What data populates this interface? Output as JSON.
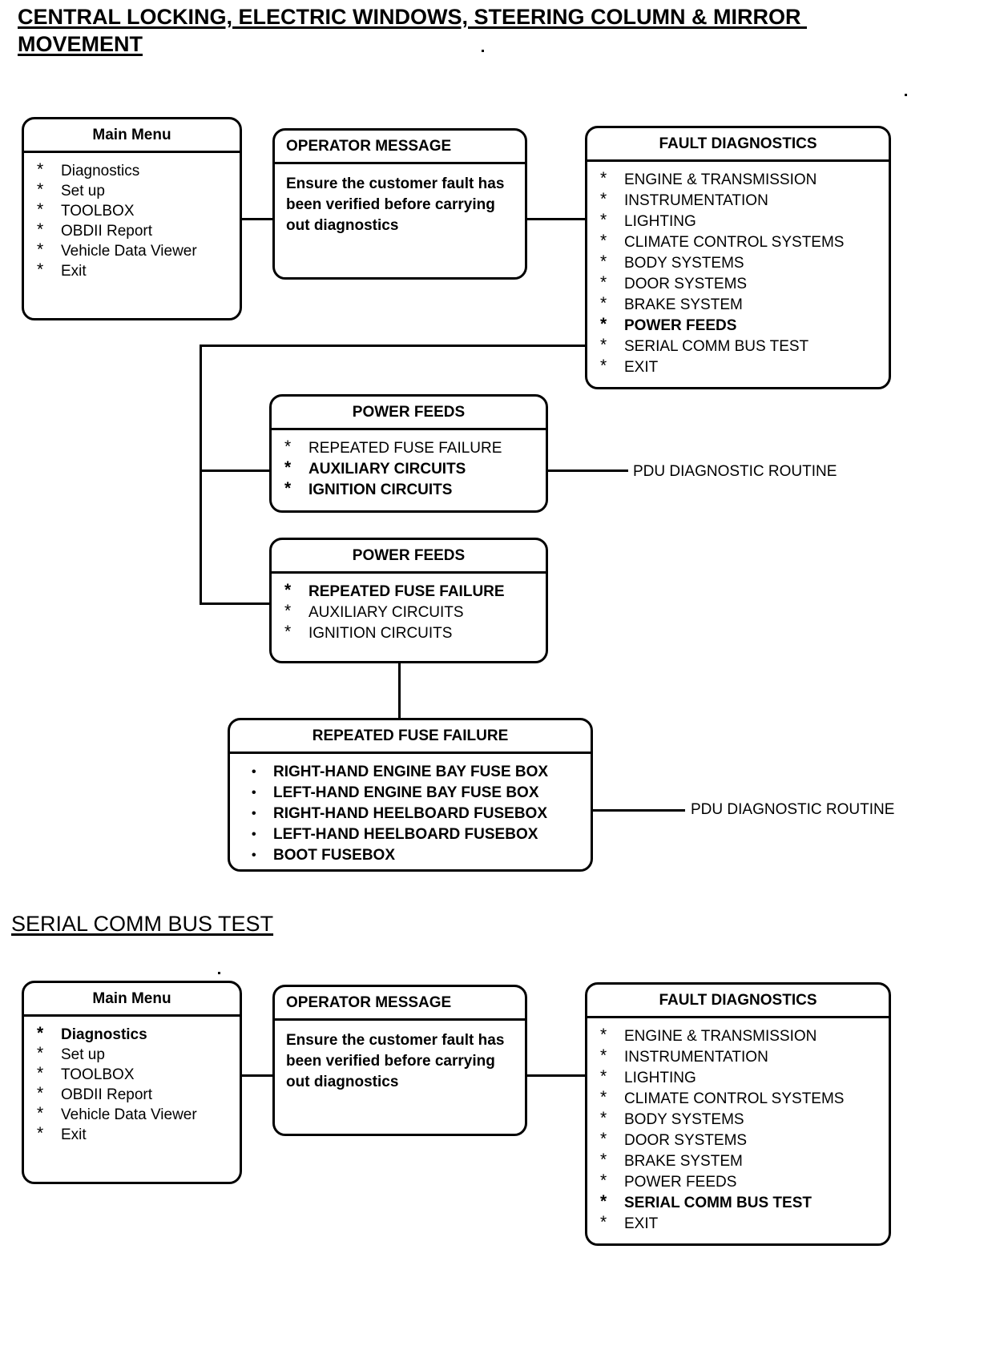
{
  "sections": [
    {
      "heading": "CENTRAL LOCKING, ELECTRIC WINDOWS, STEERING COLUMN & MIRROR MOVEMENT"
    },
    {
      "heading": "SERIAL COMM BUS TEST"
    }
  ],
  "main_menu": {
    "title": "Main Menu",
    "items": [
      {
        "label": "Diagnostics",
        "bold": true
      },
      {
        "label": "Set up",
        "bold": false
      },
      {
        "label": "TOOLBOX",
        "bold": false
      },
      {
        "label": "OBDII Report",
        "bold": false
      },
      {
        "label": "Vehicle Data Viewer",
        "bold": false
      },
      {
        "label": "Exit",
        "bold": false
      }
    ]
  },
  "operator_message": {
    "title": "OPERATOR MESSAGE",
    "text": "Ensure the customer fault has\nbeen verified before carrying\nout diagnostics"
  },
  "fault_diagnostics_top": {
    "title": "FAULT DIAGNOSTICS",
    "items": [
      {
        "label": "ENGINE & TRANSMISSION",
        "bold": false
      },
      {
        "label": "INSTRUMENTATION",
        "bold": false
      },
      {
        "label": "LIGHTING",
        "bold": false
      },
      {
        "label": "CLIMATE CONTROL SYSTEMS",
        "bold": false
      },
      {
        "label": "BODY SYSTEMS",
        "bold": false
      },
      {
        "label": "DOOR SYSTEMS",
        "bold": false
      },
      {
        "label": "BRAKE SYSTEM",
        "bold": false
      },
      {
        "label": "POWER FEEDS",
        "bold": true
      },
      {
        "label": "SERIAL COMM BUS TEST",
        "bold": false
      },
      {
        "label": "EXIT",
        "bold": false
      }
    ]
  },
  "power_feeds_aux": {
    "title": "POWER FEEDS",
    "items": [
      {
        "label": "REPEATED FUSE FAILURE",
        "bold": false
      },
      {
        "label": "AUXILIARY CIRCUITS",
        "bold": true
      },
      {
        "label": "IGNITION CIRCUITS",
        "bold": true
      }
    ]
  },
  "power_feeds_rff": {
    "title": "POWER FEEDS",
    "items": [
      {
        "label": "REPEATED FUSE FAILURE",
        "bold": true
      },
      {
        "label": "AUXILIARY CIRCUITS",
        "bold": false
      },
      {
        "label": "IGNITION CIRCUITS",
        "bold": false
      }
    ]
  },
  "repeated_fuse_failure": {
    "title": "REPEATED FUSE FAILURE",
    "items": [
      {
        "label": "RIGHT-HAND ENGINE BAY FUSE BOX",
        "bold": true
      },
      {
        "label": "LEFT-HAND ENGINE BAY FUSE BOX",
        "bold": true
      },
      {
        "label": "RIGHT-HAND HEELBOARD FUSEBOX",
        "bold": true
      },
      {
        "label": "LEFT-HAND HEELBOARD FUSEBOX",
        "bold": true
      },
      {
        "label": "BOOT FUSEBOX",
        "bold": true
      }
    ]
  },
  "side_labels": {
    "pdu_routine_upper": "PDU DIAGNOSTIC ROUTINE",
    "pdu_routine_lower": "PDU DIAGNOSTIC ROUTINE"
  },
  "main_menu_2": {
    "title": "Main Menu",
    "items": [
      {
        "label": "Diagnostics",
        "bold": true
      },
      {
        "label": "Set up",
        "bold": false
      },
      {
        "label": "TOOLBOX",
        "bold": false
      },
      {
        "label": "OBDII Report",
        "bold": false
      },
      {
        "label": "Vehicle Data Viewer",
        "bold": false
      },
      {
        "label": "Exit",
        "bold": false
      }
    ]
  },
  "operator_message_2": {
    "title": "OPERATOR MESSAGE",
    "text": "Ensure the customer fault has\nbeen verified before carrying\nout diagnostics"
  },
  "fault_diagnostics_bottom": {
    "title": "FAULT DIAGNOSTICS",
    "items": [
      {
        "label": "ENGINE & TRANSMISSION",
        "bold": false
      },
      {
        "label": "INSTRUMENTATION",
        "bold": false
      },
      {
        "label": "LIGHTING",
        "bold": false
      },
      {
        "label": "CLIMATE CONTROL SYSTEMS",
        "bold": false
      },
      {
        "label": "BODY SYSTEMS",
        "bold": false
      },
      {
        "label": "DOOR SYSTEMS",
        "bold": false
      },
      {
        "label": "BRAKE SYSTEM",
        "bold": false
      },
      {
        "label": "POWER FEEDS",
        "bold": false
      },
      {
        "label": "SERIAL COMM BUS TEST",
        "bold": true
      },
      {
        "label": "EXIT",
        "bold": false
      }
    ]
  },
  "bullets": {
    "asterisk": "*",
    "dot": "•"
  },
  "colors": {
    "ink": "#000000",
    "paper": "#ffffff"
  }
}
